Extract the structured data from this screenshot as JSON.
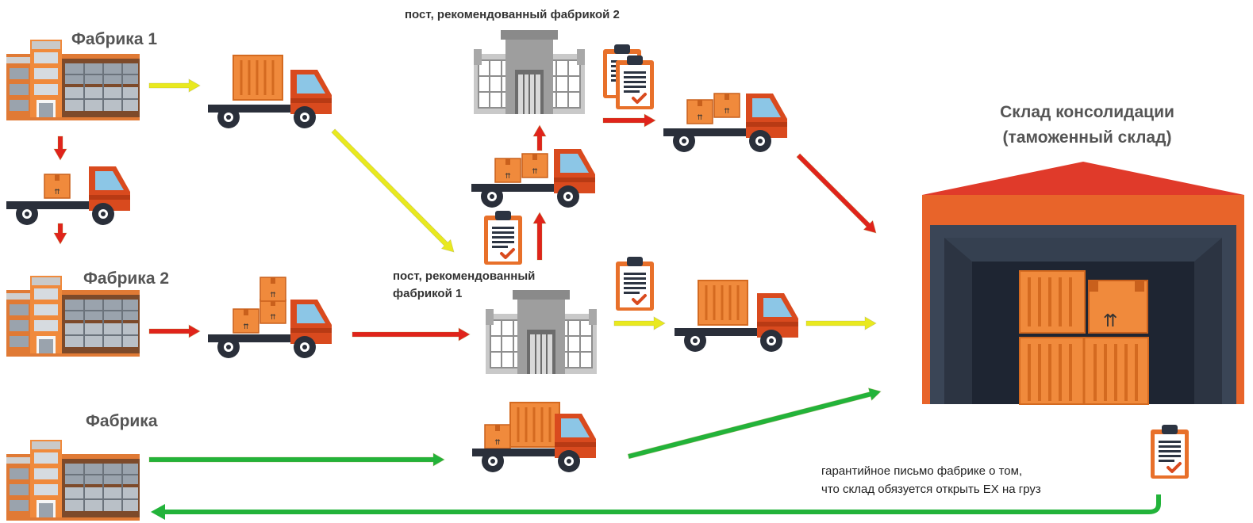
{
  "factories": [
    {
      "label": "Фабрика 1"
    },
    {
      "label": "Фабрика 2"
    },
    {
      "label": "Фабрика"
    }
  ],
  "posts": {
    "post2_label": "пост, рекомендованный  фабрикой 2",
    "post1_line1": "пост, рекомендованный",
    "post1_line2": "фабрикой 1"
  },
  "warehouse": {
    "line1": "Склад консолидации",
    "line2": "(таможенный склад)"
  },
  "guarantee_note": {
    "line1": "гарантийное письмо фабрике о том,",
    "line2": "что  склад обязуется открыть EX на груз"
  },
  "colors": {
    "orange": "#e8702a",
    "truck_red": "#d94a1e",
    "arrow_red": "#e0231b",
    "arrow_yellow": "#e9e91f",
    "arrow_green": "#22b33a",
    "warehouse_roof": "#e03a2a",
    "warehouse_dark": "#2c3442"
  }
}
